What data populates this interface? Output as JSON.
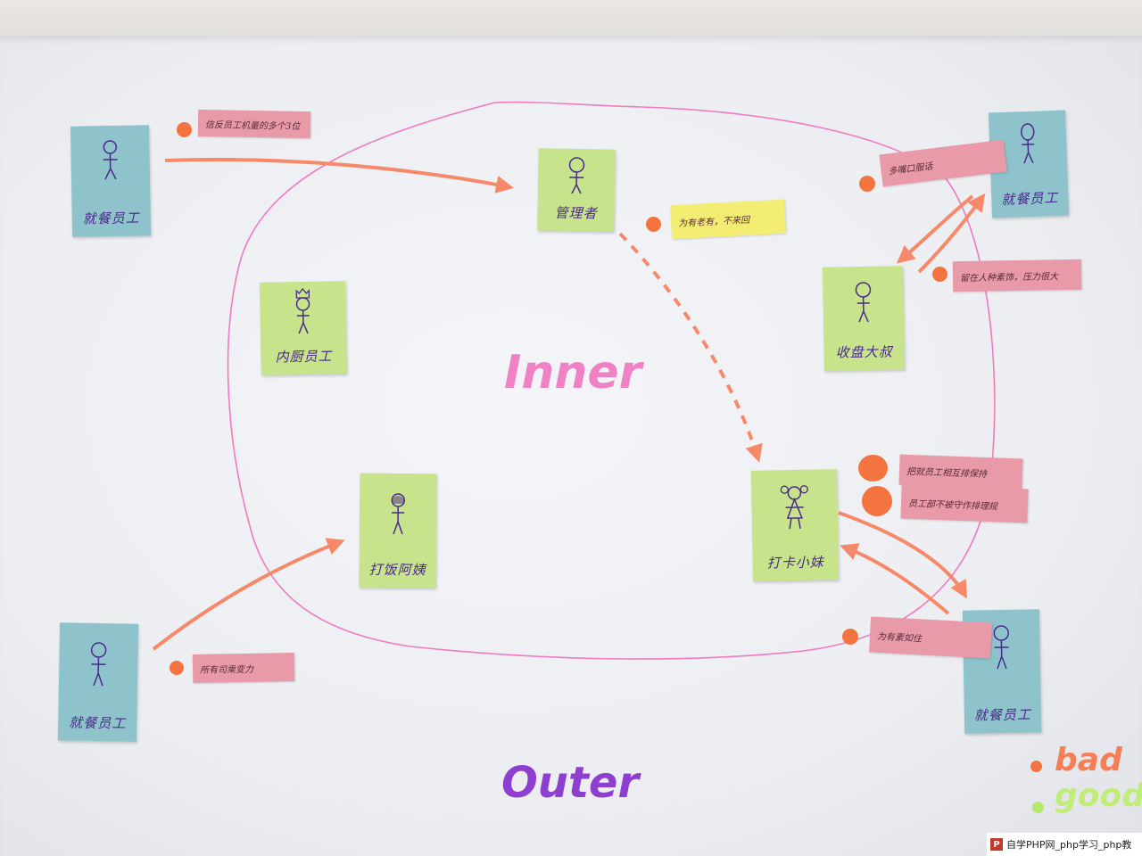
{
  "labels": {
    "inner": "Inner",
    "outer": "Outer"
  },
  "legend": {
    "bad": "bad",
    "good": "good",
    "bad_color": "#f4743f",
    "good_color": "#c0ec7a"
  },
  "notes": {
    "top_left": {
      "text": "就餐员工",
      "color": "#8ec3cc"
    },
    "manager": {
      "text": "管理者",
      "color": "#c7e38c"
    },
    "top_right": {
      "text": "就餐员工",
      "color": "#8ec3cc"
    },
    "kitchen": {
      "text": "内厨员工",
      "color": "#c7e38c"
    },
    "cashier": {
      "text": "收盘大叔",
      "color": "#c7e38c"
    },
    "server": {
      "text": "打饭阿姨",
      "color": "#c7e38c"
    },
    "checkin": {
      "text": "打卡小妹",
      "color": "#c7e38c"
    },
    "bottom_left": {
      "text": "就餐员工",
      "color": "#8ec3cc"
    },
    "bottom_right": {
      "text": "就餐员工",
      "color": "#8ec3cc"
    }
  },
  "tags": {
    "t1": "信反员工机量的多个3位",
    "t2": "多嘴口服话",
    "t3": "为有老有，不来回",
    "t4": "留在人种素饰，压力很大",
    "t5": "把就员工相互排保持",
    "t6": "员工部不被守作排理规",
    "t7": "为有素如住",
    "t8": "所有司乘变力"
  },
  "colors": {
    "sticky_blue": "#8ec3cc",
    "sticky_green": "#c7e38c",
    "tag_pink": "#e89aa8",
    "tag_yellow": "#f3ee73",
    "arrow": "#f7896a",
    "circle": "#f07ac2"
  },
  "watermark": "自学PHP网_php学习_php教"
}
